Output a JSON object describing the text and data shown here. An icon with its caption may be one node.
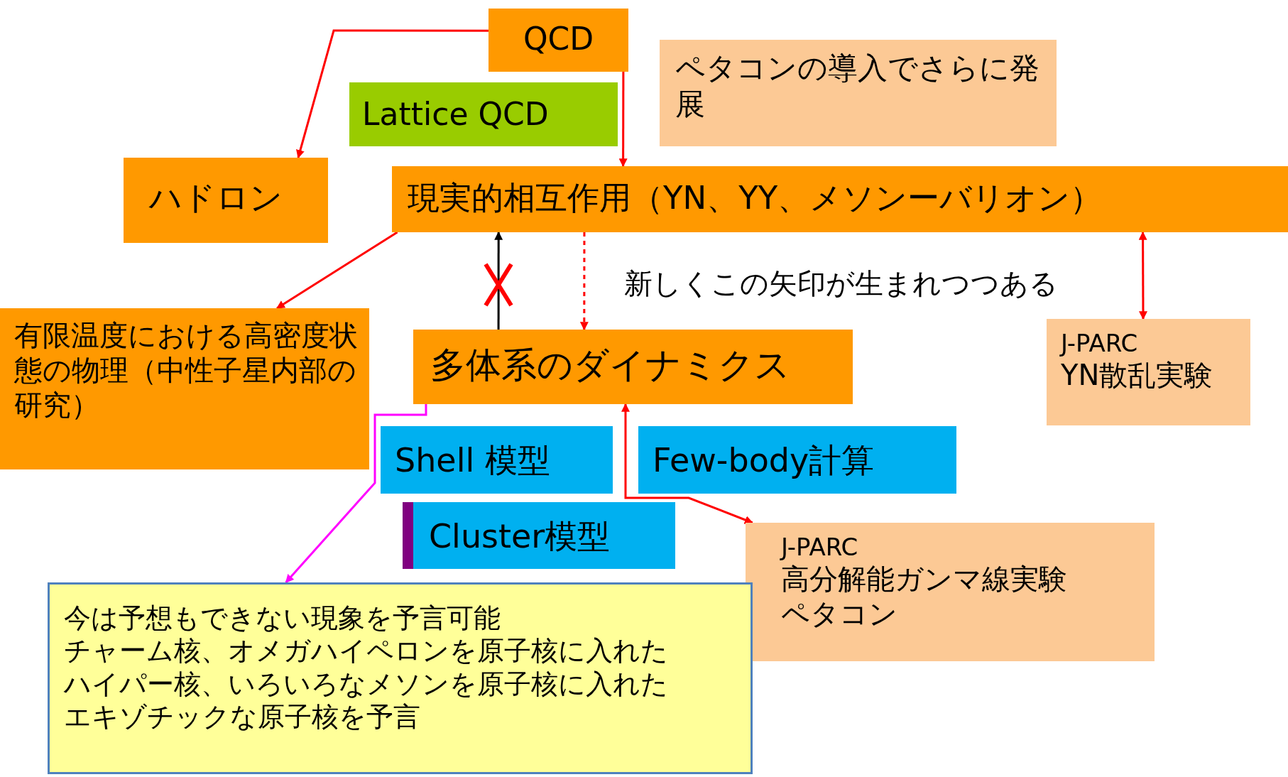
{
  "diagram": {
    "nodes": [
      {
        "text": [
          "QCD"
        ]
      },
      {
        "text": [
          "Lattice QCD"
        ]
      },
      {
        "text": [
          "ペタコンの導入でさらに発展"
        ]
      },
      {
        "text": [
          "ハドロン"
        ]
      },
      {
        "text": [
          "現実的相互作用（YN、YY、メソンーバリオン）"
        ]
      },
      {
        "text": [
          "有限温度における高密度状態の物理（中性子星内部の研究）"
        ]
      },
      {
        "text": [
          "多体系のダイナミクス"
        ]
      },
      {
        "text": [
          "J-PARC",
          "YN散乱実験"
        ]
      },
      {
        "text": [
          "Shell 模型"
        ]
      },
      {
        "text": [
          "Few-body計算"
        ]
      },
      {
        "text": [
          "Cluster模型"
        ]
      },
      {
        "text": [
          "J-PARC",
          "高分解能ガンマ線実験",
          "ペタコン"
        ]
      },
      {
        "text": [
          "今は予想もできない現象を予言可能",
          "チャーム核、オメガハイペロンを原子核に入れた",
          "ハイパー核、いろいろなメソンを原子核に入れた",
          "エキゾチックな原子核を予言"
        ]
      }
    ],
    "edges": [
      {
        "from": 0,
        "to": 3,
        "arrow": "to"
      },
      {
        "from": 0,
        "to": 4,
        "arrow": "to"
      },
      {
        "from": 4,
        "to": 5,
        "arrow": "to"
      },
      {
        "from": 6,
        "to": 4,
        "arrow": "to",
        "color": "#000000"
      },
      {
        "from": 4,
        "to": 6,
        "arrow": "to",
        "style": "dashed"
      },
      {
        "from": 4,
        "to": 7,
        "arrow": "both"
      },
      {
        "from": 6,
        "to": 11,
        "arrow": "both"
      },
      {
        "from": 6,
        "to": 12,
        "arrow": "to",
        "color": "#ff00ff"
      }
    ],
    "labels": [
      "新しくこの矢印が生まれつつある"
    ]
  }
}
